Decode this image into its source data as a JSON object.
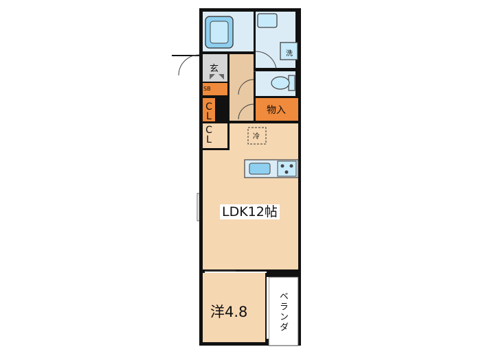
{
  "rooms": {
    "ldk": "LDK12帖",
    "western": "洋4.8",
    "entrance": "玄",
    "shoe_box": "SB",
    "closet_1": "CL",
    "closet_2": "CL",
    "storage": "物入",
    "laundry": "洗",
    "fridge": "冷",
    "balcony": "ベランダ"
  },
  "colors": {
    "floor": "#f5d7b2",
    "wet_area": "#dcecf6",
    "storage": "#f08a3c",
    "hall": "#e9c9a3",
    "entrance_floor": "#c8c8c8",
    "wall": "#111111",
    "balcony": "#ffffff"
  }
}
